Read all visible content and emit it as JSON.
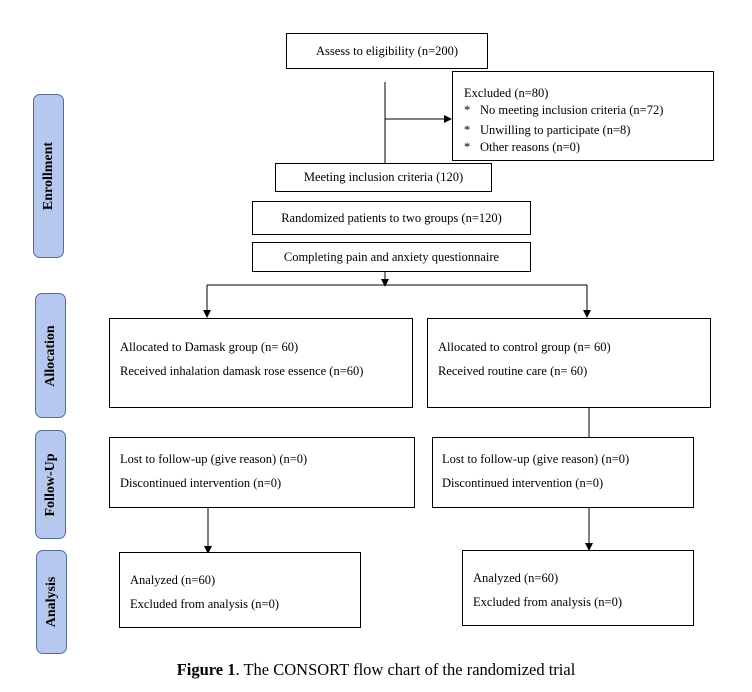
{
  "stages": {
    "enrollment": "Enrollment",
    "allocation": "Allocation",
    "follow_up": "Follow-Up",
    "analysis": "Analysis"
  },
  "enrollment": {
    "assess": "Assess to eligibility (n=200)",
    "excluded": {
      "title": "Excluded (n=80)",
      "items": [
        "No meeting inclusion criteria (n=72)",
        "Unwilling to participate (n=8)",
        "Other reasons (n=0)"
      ],
      "bullet": "*"
    },
    "meeting": "Meeting inclusion criteria (120)",
    "randomized": "Randomized patients to two groups (n=120)",
    "questionnaire": "Completing pain and anxiety questionnaire"
  },
  "allocation": {
    "left": [
      "Allocated to Damask group (n= 60)",
      "Received inhalation damask rose essence (n=60)"
    ],
    "right": [
      "Allocated to control group (n= 60)",
      "Received routine care (n= 60)"
    ]
  },
  "follow_up": {
    "left": [
      "Lost to follow-up (give reason) (n=0)",
      "Discontinued intervention (n=0)"
    ],
    "right": [
      "Lost to follow-up (give reason) (n=0)",
      "Discontinued intervention (n=0)"
    ]
  },
  "analysis": {
    "left": [
      "Analyzed (n=60)",
      "Excluded from analysis (n=0)"
    ],
    "right": [
      "Analyzed (n=60)",
      "Excluded from analysis (n=0)"
    ]
  },
  "caption": {
    "label": "Figure 1",
    "text": ". The CONSORT flow chart of the randomized trial"
  }
}
